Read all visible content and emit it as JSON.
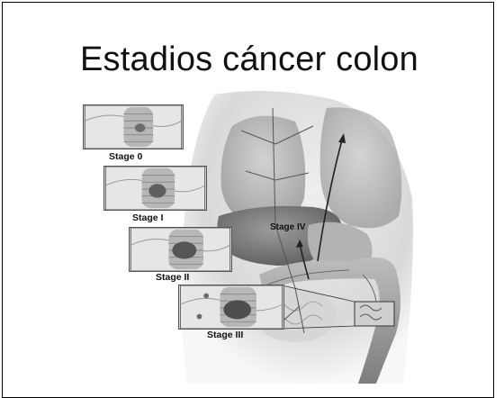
{
  "slide": {
    "title": "Estadios cáncer colon"
  },
  "illustration": {
    "stages": [
      {
        "label": "Stage 0"
      },
      {
        "label": "Stage I"
      },
      {
        "label": "Stage II"
      },
      {
        "label": "Stage III"
      },
      {
        "label": "Stage IV"
      }
    ]
  }
}
